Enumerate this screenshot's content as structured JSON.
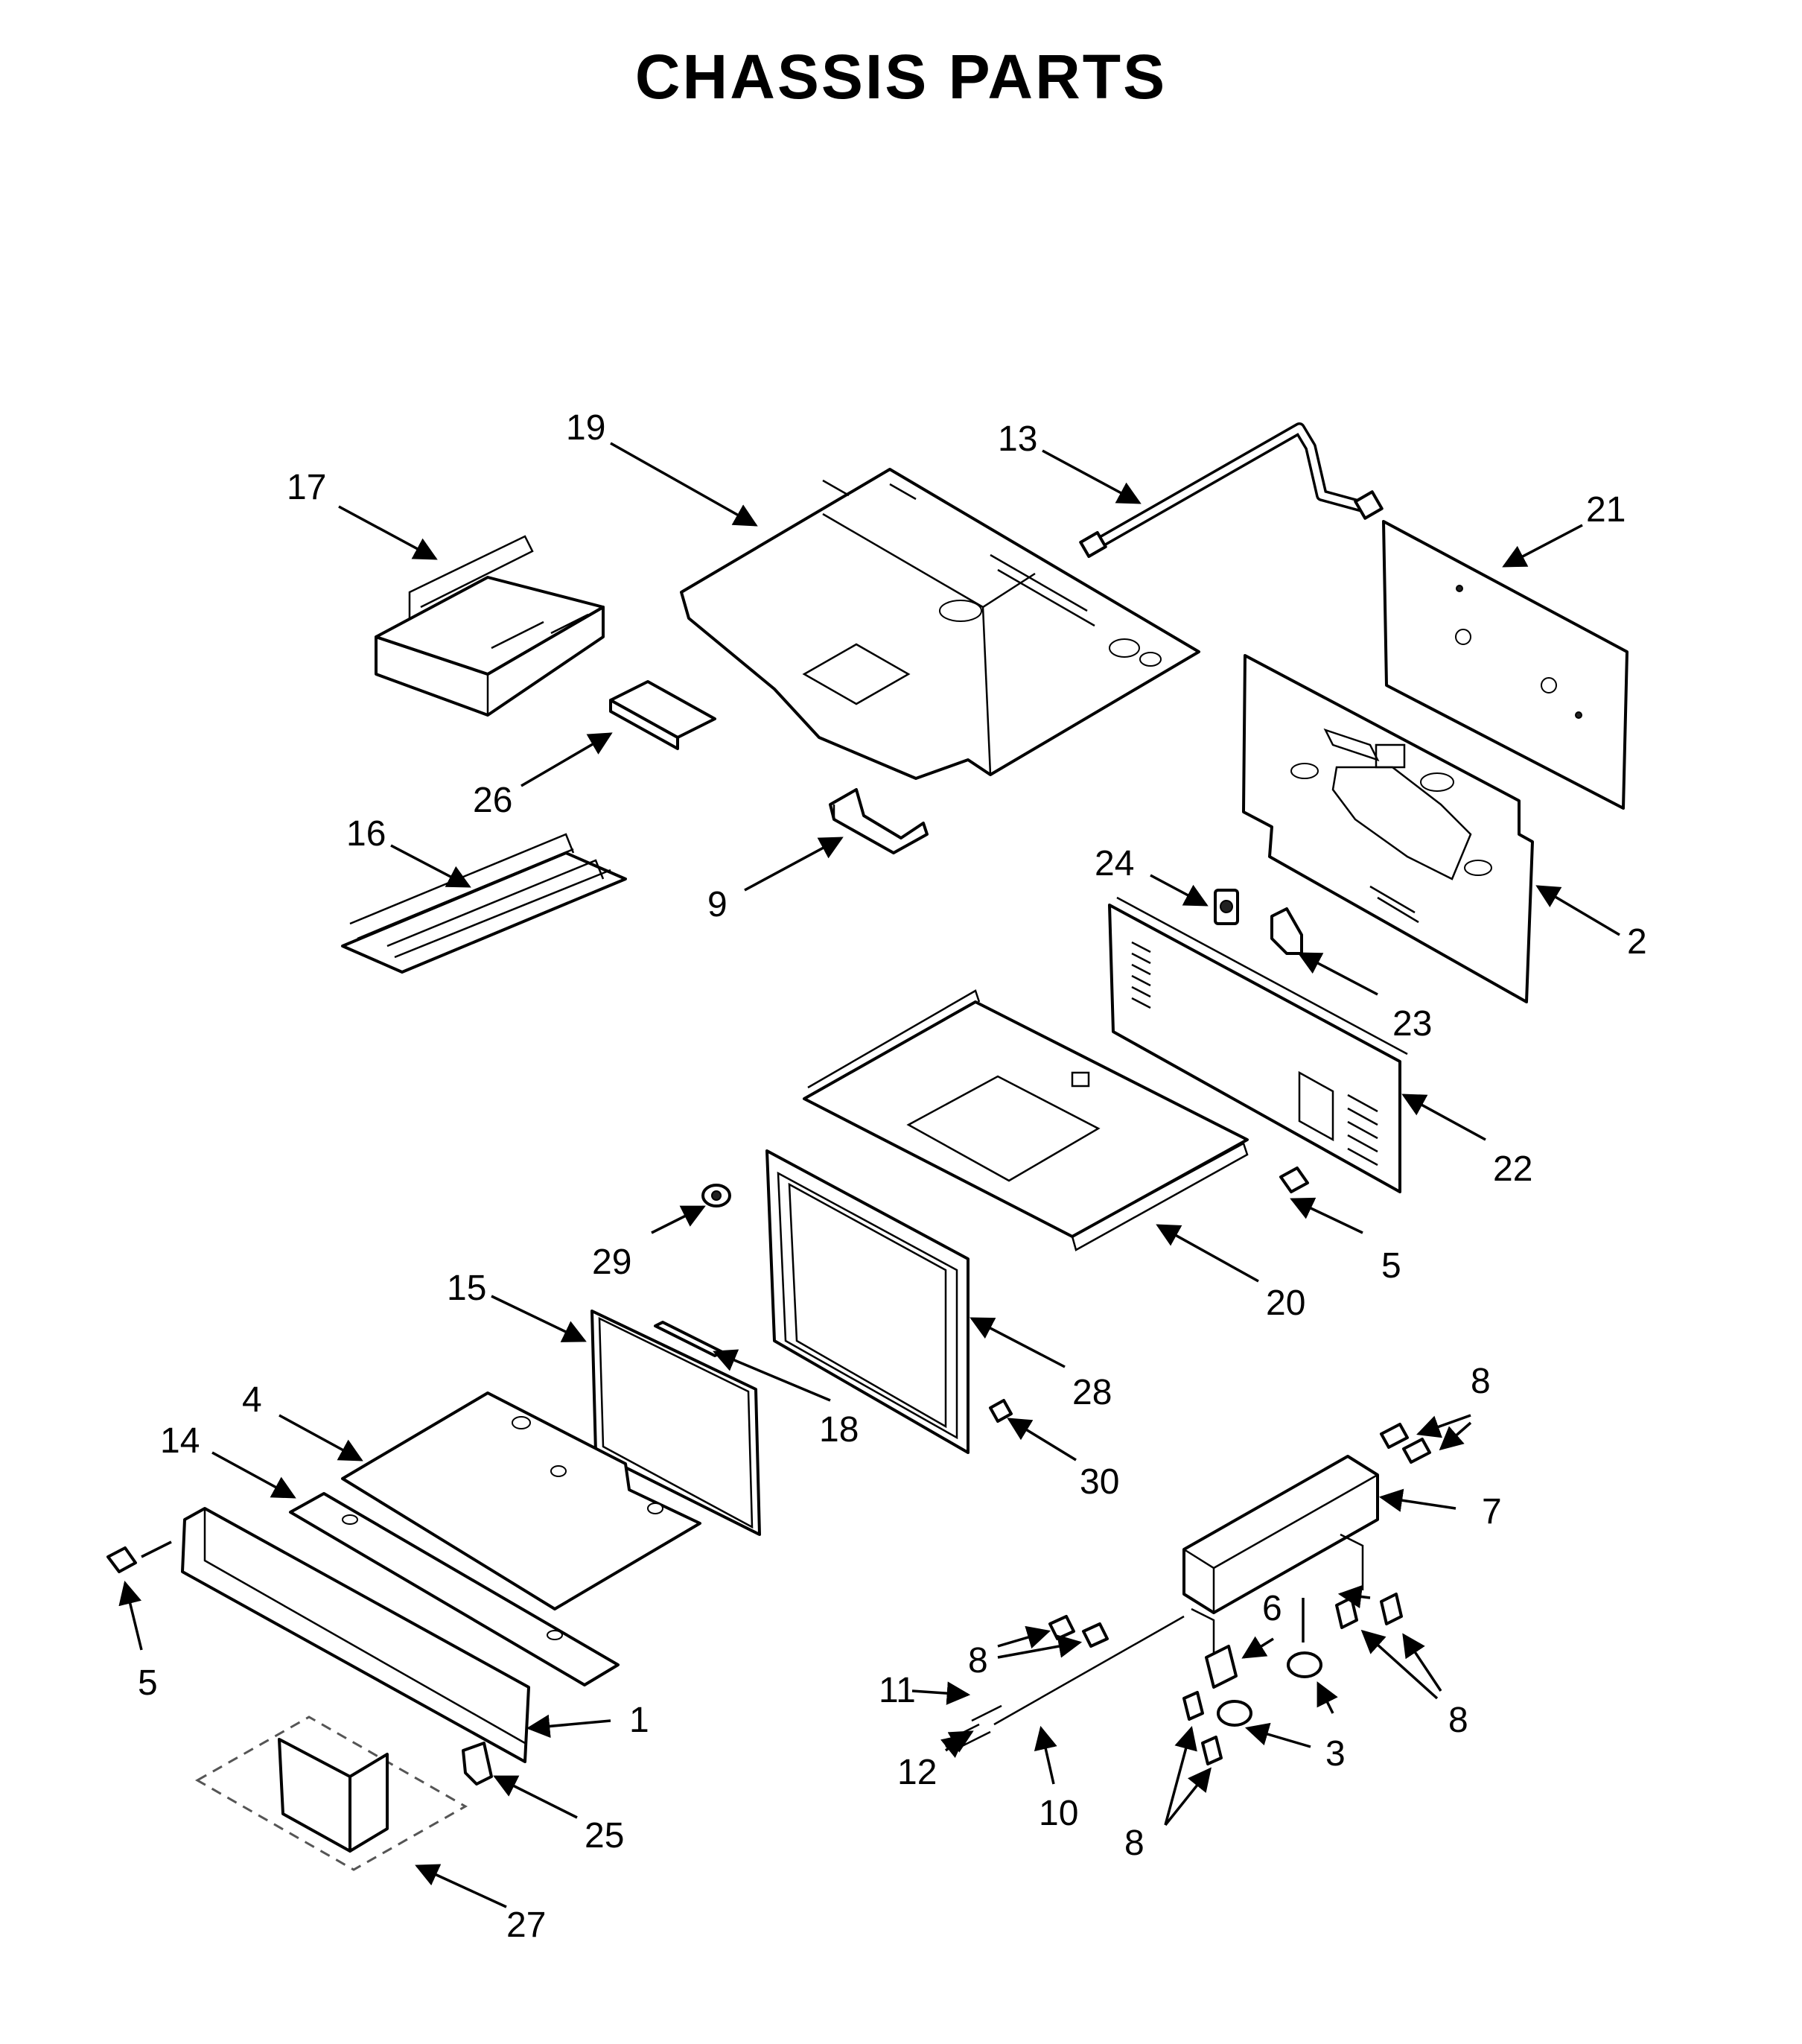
{
  "title": "CHASSIS PARTS",
  "callouts": {
    "c1": "1",
    "c2": "2",
    "c3": "3",
    "c4": "4",
    "c5a": "5",
    "c5b": "5",
    "c6": "6",
    "c7": "7",
    "c8a": "8",
    "c8b": "8",
    "c8c": "8",
    "c8d": "8",
    "c9": "9",
    "c10": "10",
    "c11": "11",
    "c12": "12",
    "c13": "13",
    "c14": "14",
    "c15": "15",
    "c16": "16",
    "c17": "17",
    "c18": "18",
    "c19": "19",
    "c20": "20",
    "c21": "21",
    "c22": "22",
    "c23": "23",
    "c24": "24",
    "c25": "25",
    "c26": "26",
    "c27": "27",
    "c28": "28",
    "c29": "29",
    "c30": "30"
  }
}
